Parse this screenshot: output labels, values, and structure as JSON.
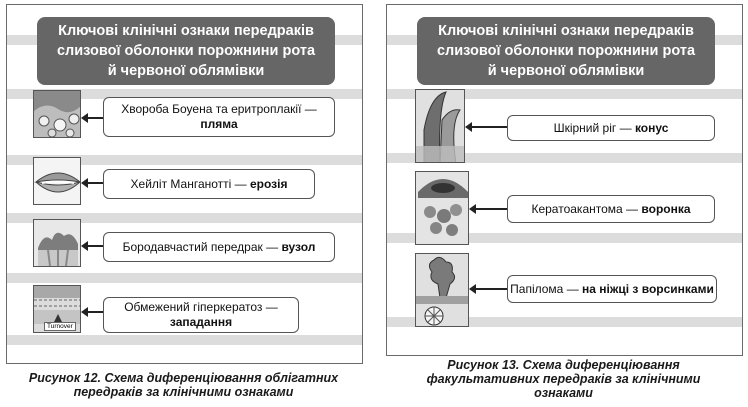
{
  "left_panel": {
    "title_lines": [
      "Ключові клінічні ознаки передраків",
      "слизової оболонки порожнини рота",
      "й червоної облямівки"
    ],
    "items": [
      {
        "text": "Хвороба Боуена та еритроплакії —",
        "emph": "пляма",
        "image": "bowen-disease-image"
      },
      {
        "text": "Хейліт Манганотті —",
        "emph": "ерозія",
        "image": "lips-cheilitis-image"
      },
      {
        "text": "Бородавчастий передрак —",
        "emph": "вузол",
        "image": "verrucous-precancer-image"
      },
      {
        "text": "Обмежений гіперкератоз —",
        "emph": "западання",
        "image": "hyperkeratosis-image",
        "thumb_label": "Turnover"
      }
    ],
    "caption_lines": [
      "Рисунок 12. Схема диференціювання облігатних",
      "передраків за клінічними ознаками"
    ]
  },
  "right_panel": {
    "title_lines": [
      "Ключові клінічні ознаки передраків",
      "слизової оболонки порожнини рота",
      "й червоної облямівки"
    ],
    "items": [
      {
        "text": "Шкірний ріг —",
        "emph": "конус",
        "image": "cutaneous-horn-image"
      },
      {
        "text": "Кератоакантома —",
        "emph": "воронка",
        "image": "keratoacanthoma-image"
      },
      {
        "text": "Папілома —",
        "emph": "на ніжці з ворсинками",
        "image": "papilloma-image"
      }
    ],
    "caption_lines": [
      "Рисунок 13. Схема диференціювання",
      "факультативних передраків за клінічними",
      "ознаками"
    ]
  }
}
